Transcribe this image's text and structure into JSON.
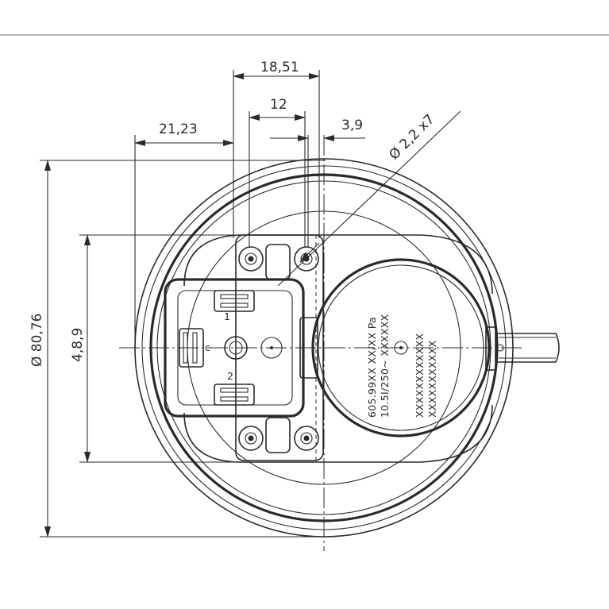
{
  "dimensions": {
    "width_18_51": "18,51",
    "width_12": "12",
    "width_3_9": "3,9",
    "width_21_23": "21,23",
    "hole_dia": "Ø 2,2 x7",
    "height_48_9": "4,8,9",
    "outer_dia": "Ø 80,76"
  },
  "connector": {
    "pin_1": "1",
    "pin_2": "2",
    "pin_c": "c"
  },
  "label": {
    "line1": "605.99XX XX/XX Pa",
    "line2": "10.5I/250~  XXXXXX",
    "line3": "XXXXXXXXXXXX",
    "line4": "XXXXXXXXXXX"
  }
}
